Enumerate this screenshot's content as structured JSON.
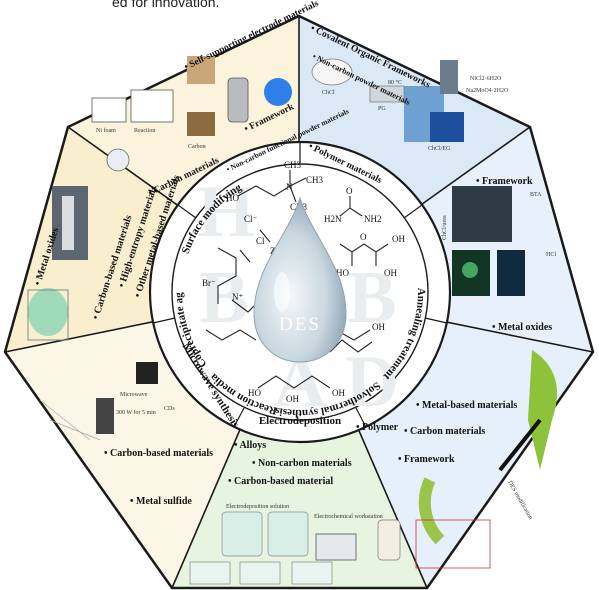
{
  "top_caption": "ed for innovation.",
  "center_label": "DES",
  "watermark_letters": [
    "H",
    "B",
    "B",
    "A",
    "D"
  ],
  "inner_ring_labels": {
    "solvothermal": "Solvothermal synthesis",
    "reaction_media": "Reaction media",
    "coprecipitate": "Coprecipitate agents",
    "surface": "Surface modifying",
    "electrodeposition": "Electrodeposition",
    "microwave": "Microwave synthesis",
    "annealing": "Annealing treatment"
  },
  "sectors": {
    "solvothermal": {
      "items": [
        "Self-supporting electrode materials",
        "Framework",
        "Carbon materials",
        "Non-carbon functional powder materials"
      ],
      "figure_labels": [
        "Ni foam",
        "Reaction",
        "Carbon"
      ]
    },
    "reaction_media": {
      "items": [
        "Covalent Organic Frameworks",
        "Non-carbon powder materials",
        "Polymer materials"
      ],
      "figure_labels": [
        "ChCl",
        "PG",
        "ChCl/EG",
        "80 °C",
        "NiCl2·6H2O",
        "Na2MoO4·2H2O"
      ]
    },
    "coprecipitate": {
      "items": [
        "Framework",
        "Metal oxides"
      ],
      "figure_labels": [
        "BTA",
        "ChCl/urea",
        "HCl"
      ]
    },
    "surface": {
      "items": [
        "Metal-based materials",
        "Carbon materials",
        "Framework"
      ],
      "figure_labels": [
        "DES modification"
      ]
    },
    "electrodeposition": {
      "items": [
        "Polymer",
        "Alloys",
        "Non-carbon materials",
        "Carbon-based material"
      ],
      "figure_labels": [
        "Electrodeposition solution",
        "Electrochemical workstation"
      ]
    },
    "microwave": {
      "items": [
        "Carbon-based materials",
        "Metal sulfide"
      ],
      "figure_labels": [
        "Microwave",
        "300 W for 5 min",
        "CDs"
      ]
    },
    "annealing": {
      "items": [
        "Metal oxides",
        "Carbon-based materials",
        "High-entropy materials",
        "Other metal-based materials"
      ],
      "figure_labels": []
    }
  },
  "molecules": {
    "choline": [
      "CH3",
      "N",
      "CH3",
      "CH3",
      "HO",
      "Cl⁻"
    ],
    "zinc": [
      "Cl",
      "Zn",
      "Cl"
    ],
    "urea": [
      "O",
      "H2N",
      "NH2"
    ],
    "acids": [
      "HO",
      "OH",
      "O",
      "OH"
    ],
    "glycerol": [
      "HO",
      "OH",
      "OH"
    ],
    "glycol": [
      "HO",
      "OH"
    ],
    "ammonium": [
      "Br⁻",
      "N⁺"
    ]
  },
  "colors": {
    "solvothermal": "#fbf3dc",
    "reaction_media": "#dbe9f7",
    "coprecipitate": "#e8f1fb",
    "surface": "#e5f0fa",
    "electrodeposition": "#e7f4e0",
    "microwave": "#fbf6e6",
    "annealing": "#f9efcf",
    "hub": "#ffffff",
    "border": "#1a1a1a",
    "drop": "#b4c6d2"
  }
}
